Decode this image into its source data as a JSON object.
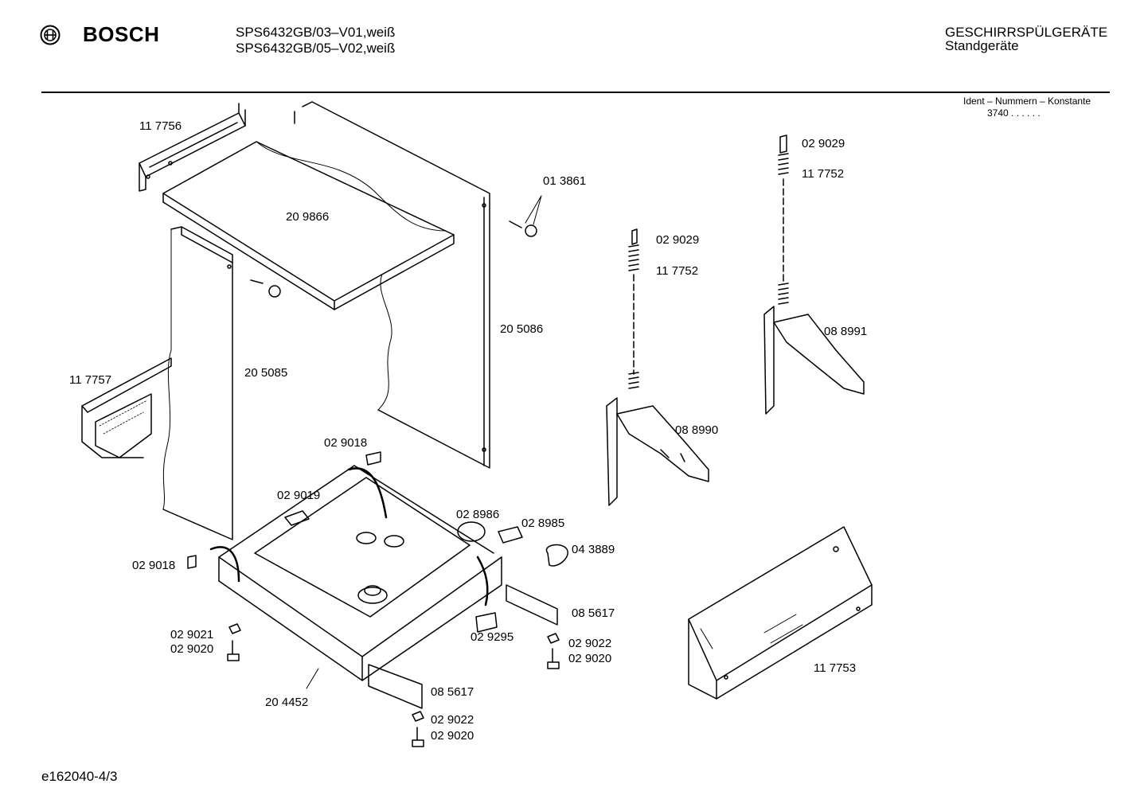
{
  "header": {
    "brand": "BOSCH",
    "logo_icon": "bosch-armature-logo-icon",
    "models": [
      "SPS6432GB/03–V01,weiß",
      "SPS6432GB/05–V02,weiß"
    ],
    "category": "GESCHIRRSPÜLGERÄTE",
    "subcategory": "Standgeräte",
    "ident_label": "Ident – Nummern – Konstante",
    "ident_value": "3740 . .   . . . ."
  },
  "parts": {
    "p117756": "11 7756",
    "p209866": "20 9866",
    "p013861": "01 3861",
    "p117757": "11 7757",
    "p205085": "20 5085",
    "p205086": "20 5086",
    "p029029a": "02 9029",
    "p117752a": "11 7752",
    "p029029b": "02 9029",
    "p117752b": "11 7752",
    "p088991": "08 8991",
    "p088990": "08 8990",
    "p029018a": "02 9018",
    "p029019": "02 9019",
    "p028986": "02 8986",
    "p028985": "02 8985",
    "p043889": "04 3889",
    "p029018b": "02 9018",
    "p085617a": "08 5617",
    "p029295": "02 9295",
    "p029021": "02 9021",
    "p029020a": "02 9020",
    "p029022a": "02 9022",
    "p029020b": "02 9020",
    "p204452": "20 4452",
    "p085617b": "08 5617",
    "p029022b": "02 9022",
    "p029020c": "02 9020",
    "p117753": "11 7753"
  },
  "footer": {
    "doc_id": "e162040-4/3"
  }
}
